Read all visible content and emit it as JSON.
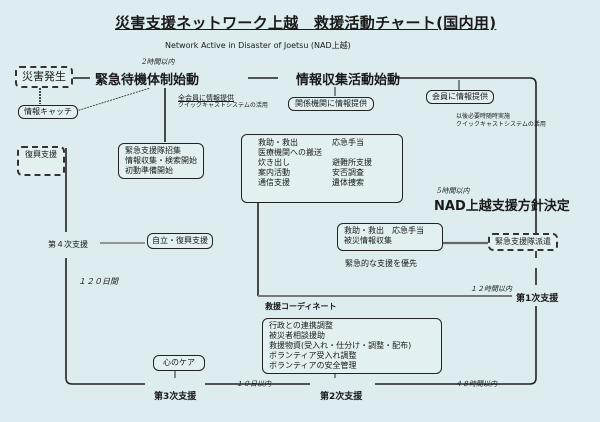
{
  "title": "災害支援ネットワーク上越　救援活動チャート(国内用)",
  "subtitle": "Network Active in Disaster of Joetsu (NAD上越)",
  "nodes": {
    "disaster": "災害発生",
    "info_catch": "情報キャッチ",
    "recovery_support": "復興支援",
    "within_2h": "2時間以内",
    "emergency_standby": "緊急待機体制始動",
    "all_members_info": "全会員に情報提供",
    "quick_cast_1": "クイックキャストシステムの活用",
    "info_gathering": "情報収集活動始動",
    "related_orgs_info": "関係機関に情報提供",
    "members_info": "会員に情報提供",
    "as_needed": "以後必要時随時実施",
    "quick_cast_2": "クイックキャストシステムの活用",
    "emergency_team_box": [
      "緊急支援隊招集",
      "情報収集・検索開始",
      "初動準備開始"
    ],
    "activities_left": [
      "救助・救出",
      "医療機関への搬送",
      "炊き出し",
      "案内活動",
      "通信支援"
    ],
    "activities_right": [
      "応急手当",
      "",
      "避難所支援",
      "安否調査",
      "遺体捜索"
    ],
    "within_5h": "5時間以内",
    "policy_decision": "NAD上越支援方針決定",
    "first_aid_box": [
      "救助・救出　応急手当",
      "被災情報収集"
    ],
    "dispatch": "緊急支援隊派遣",
    "priority": "緊急的な支援を優先",
    "stage4": "第４次支援",
    "independence": "自立・復興支援",
    "days_120": "１２０日間",
    "hours_12": "１２時間以内",
    "stage1": "第1次支援",
    "coordinate_label": "救援コーディネート",
    "coordinate_items": [
      "行政との連携調整",
      "被災者相談援助",
      "救援物資(受入れ・仕分け・調整・配布)",
      "ボランティア受入れ調整",
      "ボランティアの安全管理"
    ],
    "mental_care": "心のケア",
    "days_10": "１０日以内",
    "hours_48": "４８時間以内",
    "stage3": "第3次支援",
    "stage2": "第2次支援"
  }
}
